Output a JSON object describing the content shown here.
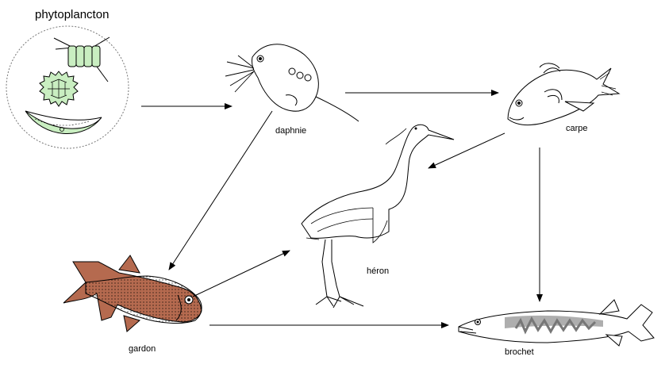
{
  "diagram": {
    "type": "food-web",
    "nodes": [
      {
        "id": "phytoplancton",
        "label": "phytoplancton"
      },
      {
        "id": "daphnie",
        "label": "daphnie"
      },
      {
        "id": "carpe",
        "label": "carpe"
      },
      {
        "id": "heron",
        "label": "héron"
      },
      {
        "id": "gardon",
        "label": "gardon"
      },
      {
        "id": "brochet",
        "label": "brochet"
      }
    ],
    "edges": [
      {
        "from": "phytoplancton",
        "to": "daphnie"
      },
      {
        "from": "daphnie",
        "to": "carpe"
      },
      {
        "from": "daphnie",
        "to": "gardon"
      },
      {
        "from": "carpe",
        "to": "heron"
      },
      {
        "from": "carpe",
        "to": "brochet"
      },
      {
        "from": "gardon",
        "to": "heron"
      },
      {
        "from": "gardon",
        "to": "brochet"
      }
    ]
  },
  "colors": {
    "line": "#000000",
    "plankton_green": "#c9eec1",
    "gardon_fins": "#b56a4f",
    "brochet_spots": "#8c8c8c"
  }
}
